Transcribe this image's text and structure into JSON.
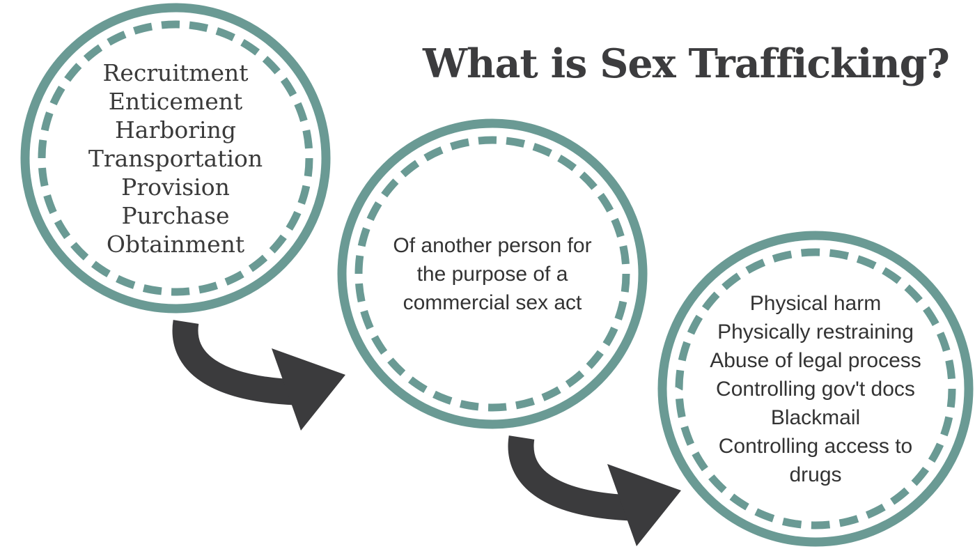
{
  "title": "What is Sex Trafficking?",
  "colors": {
    "ring_teal": "#6a9a94",
    "arrow_dark": "#3b3b3d",
    "title_text": "#3c3c3e",
    "body_text": "#3a3a3a"
  },
  "circles": {
    "actions": {
      "lines": [
        "Recruitment",
        "Enticement",
        "Harboring",
        "Transportation",
        "Provision",
        "Purchase",
        "Obtainment"
      ]
    },
    "purpose": {
      "lines": [
        "Of another person for",
        "the purpose of a",
        "commercial sex act"
      ]
    },
    "means": {
      "lines": [
        "Physical harm",
        "Physically restraining",
        "Abuse of legal process",
        "Controlling gov't docs",
        "Blackmail",
        "Controlling access to",
        "drugs"
      ]
    }
  },
  "arrows": [
    "curved-arrow",
    "curved-arrow"
  ]
}
